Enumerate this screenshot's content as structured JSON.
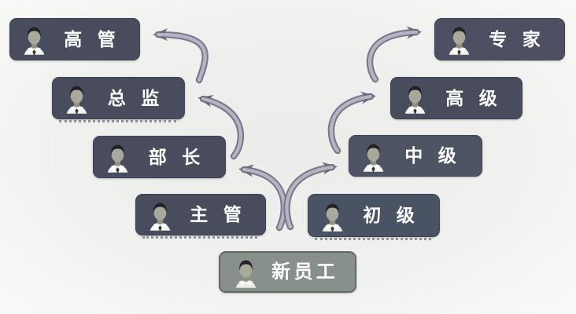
{
  "diagram": {
    "type": "career-promotion-path",
    "start": {
      "id": "new-employee",
      "label": "新员工"
    },
    "management_track": {
      "name": "management-path",
      "levels": [
        {
          "id": "supervisor",
          "label": "主管"
        },
        {
          "id": "department-head",
          "label": "部长"
        },
        {
          "id": "director",
          "label": "总监"
        },
        {
          "id": "executive",
          "label": "高管"
        }
      ]
    },
    "professional_track": {
      "name": "professional-path",
      "levels": [
        {
          "id": "junior",
          "label": "初级"
        },
        {
          "id": "intermediate",
          "label": "中级"
        },
        {
          "id": "senior",
          "label": "高级"
        },
        {
          "id": "expert",
          "label": "专家"
        }
      ]
    },
    "connections": [
      {
        "from": "主管",
        "to": "部长"
      },
      {
        "from": "部长",
        "to": "总监"
      },
      {
        "from": "总监",
        "to": "高管"
      },
      {
        "from": "初级",
        "to": "中级"
      },
      {
        "from": "中级",
        "to": "高级"
      },
      {
        "from": "高级",
        "to": "专家"
      }
    ],
    "colors": {
      "box_dark": "#484c5c",
      "box_expert": "#4f4f63",
      "box_blue_gray": "#4d5564",
      "box_new_employee": "#87908a",
      "box_new_employee_border": "#626a64",
      "label_text": "#ffffff",
      "arrow_outline": "#7a7a8b",
      "arrow_core": "#b6b4c4",
      "arrowhead": "#6b6b7b",
      "background": "#f0f0ef"
    }
  }
}
